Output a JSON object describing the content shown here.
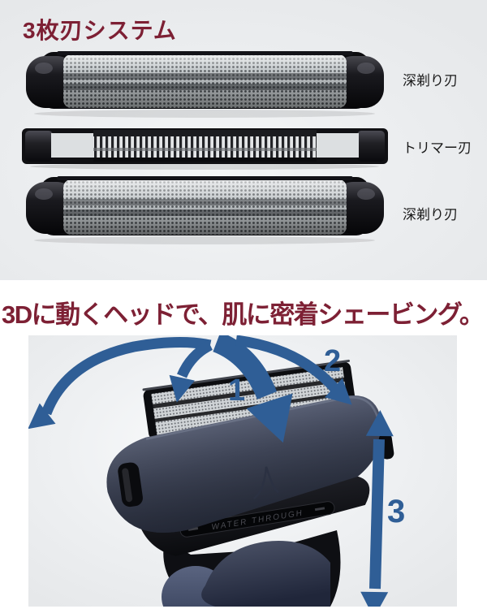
{
  "section_blades": {
    "title": "3枚刃システム",
    "blades": [
      {
        "label": "深剃り刃",
        "type": "foil"
      },
      {
        "label": "トリマー刃",
        "type": "trimmer"
      },
      {
        "label": "深剃り刃",
        "type": "foil"
      }
    ]
  },
  "section_head": {
    "title": "3Dに動くヘッドで、肌に密着シェービング。",
    "annotations": [
      {
        "number": "1",
        "meaning": "head swing left-right arc"
      },
      {
        "number": "2",
        "meaning": "head swing right arc"
      },
      {
        "number": "3",
        "meaning": "head up-down stroke"
      }
    ],
    "engraving": "WATER THROUGH"
  },
  "colors": {
    "heading_text": "#7d2034",
    "label_text": "#1b1b1b",
    "arrow_blue": "#2f5e96",
    "section_background": "#e8eaec",
    "shaver_body": "#4a5166"
  }
}
